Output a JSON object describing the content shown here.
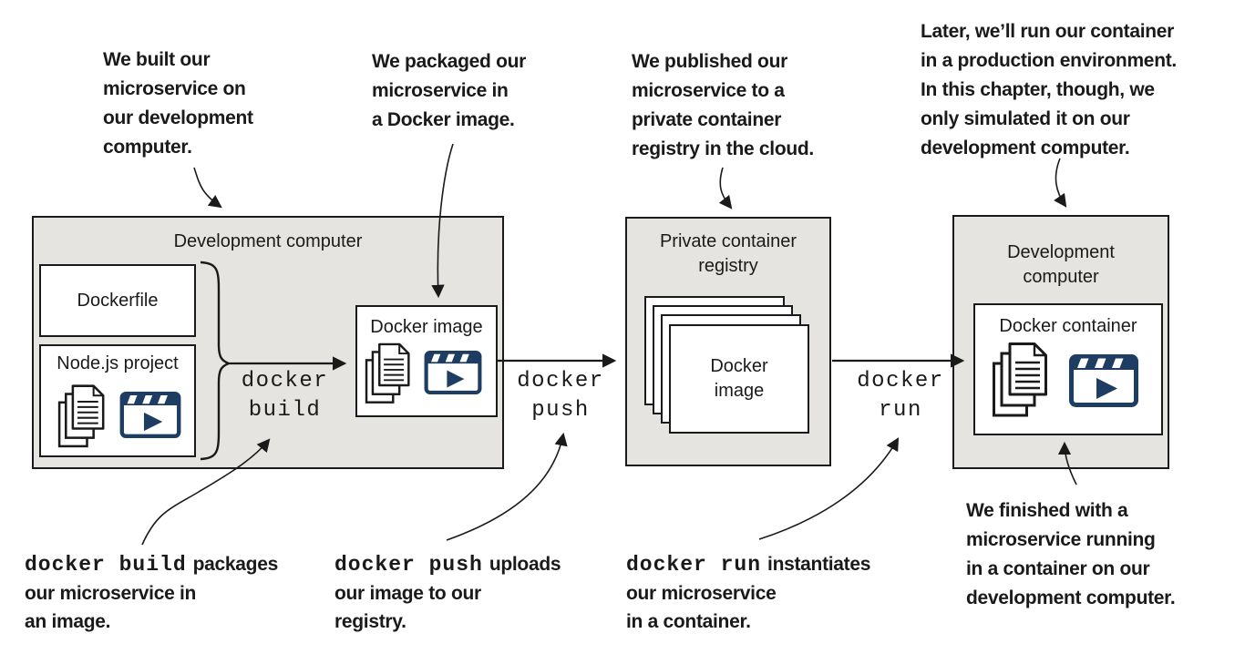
{
  "colors": {
    "box_fill": "#e5e4e0",
    "line": "#1a1a1a",
    "navy": "#1e3d62",
    "white": "#ffffff"
  },
  "icons": {
    "documents": "stacked-documents-icon",
    "video": "video-clapperboard-icon"
  },
  "annotations": {
    "top": [
      {
        "lines": [
          "We built our",
          "microservice on",
          "our development",
          "computer."
        ]
      },
      {
        "lines": [
          "We packaged our",
          "microservice in",
          "a Docker image."
        ]
      },
      {
        "lines": [
          "We published our",
          "microservice to a",
          "private container",
          "registry in the cloud."
        ]
      },
      {
        "lines": [
          "Later, we’ll run our container",
          "in a production environment.",
          "In this chapter, though, we",
          "only simulated it on our",
          "development computer."
        ]
      }
    ],
    "bottom": [
      {
        "code": "docker build",
        "rest": "packages",
        "lines": [
          "our microservice in",
          "an image."
        ]
      },
      {
        "code": "docker push",
        "rest": "uploads",
        "lines": [
          "our image to our",
          "registry."
        ]
      },
      {
        "code": "docker run",
        "rest": "instantiates",
        "lines": [
          "our microservice",
          "in a container."
        ]
      },
      {
        "lines": [
          "We finished with a",
          "microservice running",
          "in a container on our",
          "development computer."
        ]
      }
    ]
  },
  "boxes": {
    "dev_left": {
      "title": "Development computer",
      "dockerfile": "Dockerfile",
      "nodejs": "Node.js project",
      "image_label": "Docker image"
    },
    "registry": {
      "title1": "Private container",
      "title2": "registry",
      "card1": "Docker",
      "card2": "image"
    },
    "dev_right": {
      "title1": "Development",
      "title2": "computer",
      "container_label": "Docker container"
    }
  },
  "commands": [
    {
      "line1": "docker",
      "line2": "build"
    },
    {
      "line1": "docker",
      "line2": "push"
    },
    {
      "line1": "docker",
      "line2": "run"
    }
  ]
}
